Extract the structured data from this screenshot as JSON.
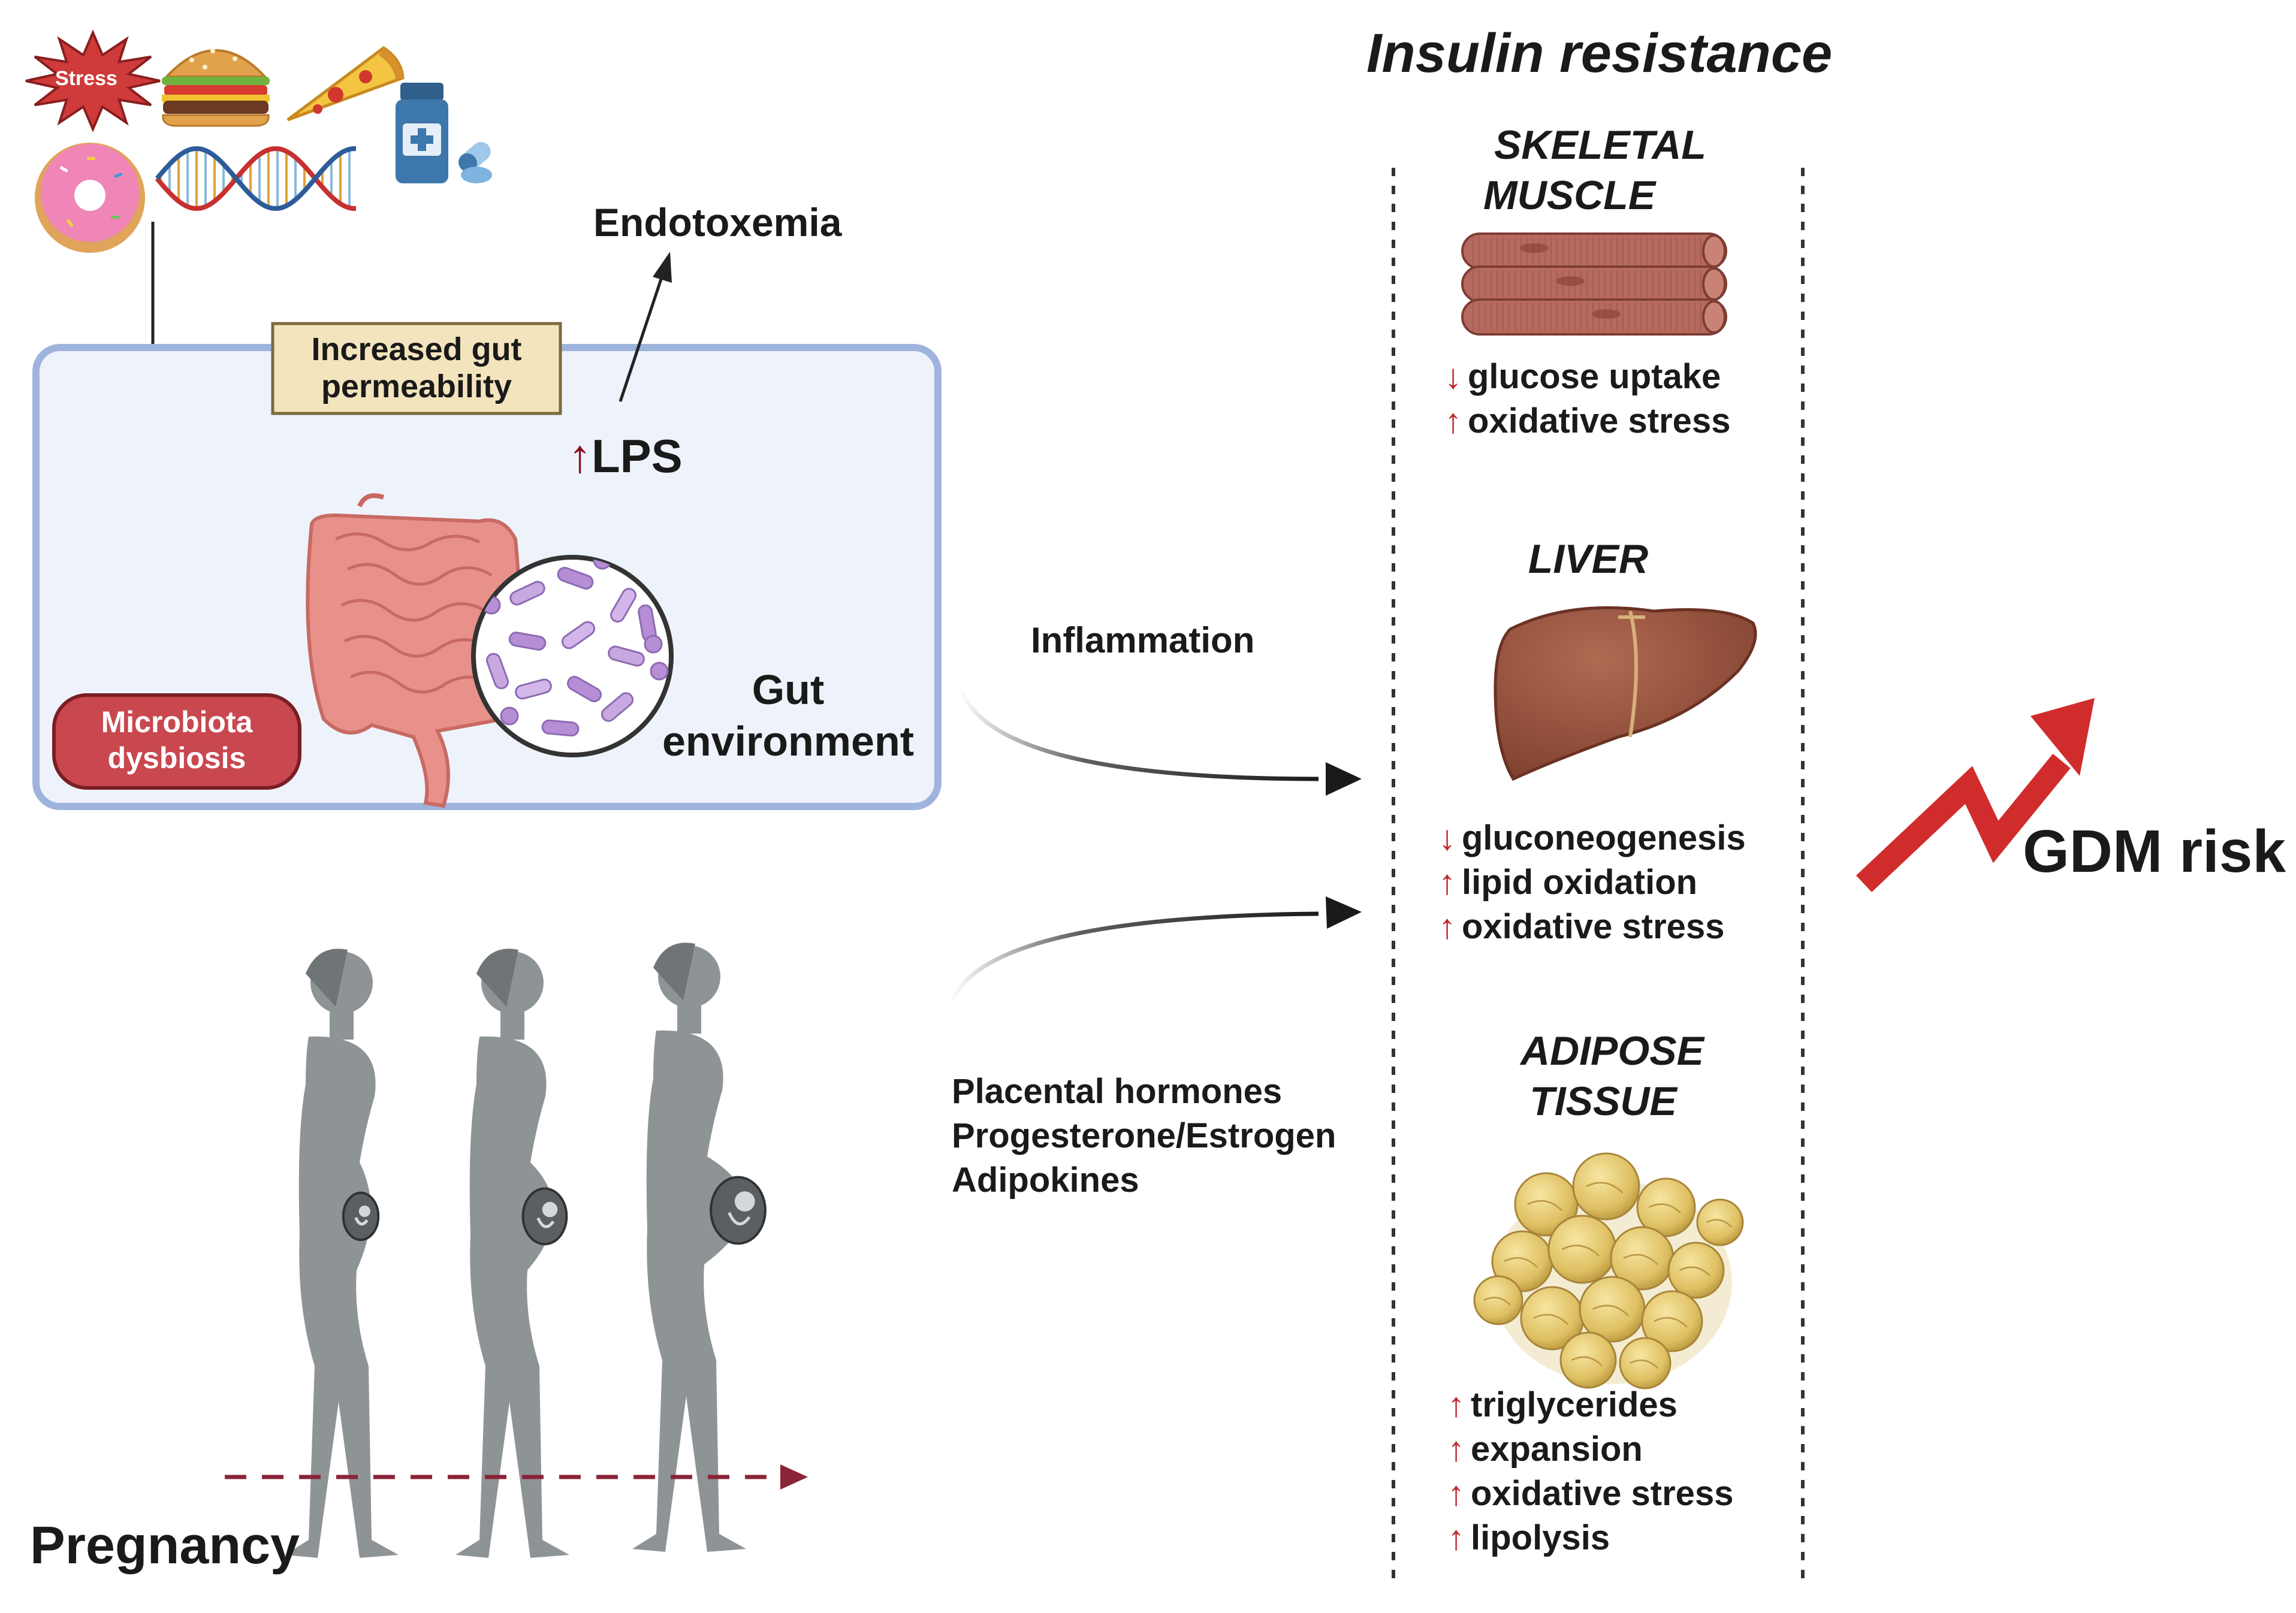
{
  "title": "Insulin resistance",
  "triggers": {
    "stress_label": "Stress"
  },
  "gut": {
    "permeability_label": "Increased gut permeability",
    "permeability_line1": "Increased gut",
    "permeability_line2": "permeability",
    "endotoxemia_label": "Endotoxemia",
    "lps_label": "LPS",
    "lps_arrow": "↑",
    "dysbiosis_line1": "Microbiota",
    "dysbiosis_line2": "dysbiosis",
    "environment_line1": "Gut",
    "environment_line2": "environment"
  },
  "pathways": {
    "inflammation_label": "Inflammation",
    "hormones": [
      "Placental hormones",
      "Progesterone/Estrogen",
      "Adipokines"
    ]
  },
  "pregnancy": {
    "label": "Pregnancy"
  },
  "organs": {
    "skeletal_muscle": {
      "title_line1": "SKELETAL",
      "title_line2": "MUSCLE",
      "effects": [
        {
          "arrow": "↓",
          "text": "glucose uptake"
        },
        {
          "arrow": "↑",
          "text": "oxidative stress"
        }
      ]
    },
    "liver": {
      "title": "LIVER",
      "effects": [
        {
          "arrow": "↓",
          "text": "gluconeogenesis"
        },
        {
          "arrow": "↑",
          "text": "lipid oxidation"
        },
        {
          "arrow": "↑",
          "text": "oxidative stress"
        }
      ]
    },
    "adipose_tissue": {
      "title_line1": "ADIPOSE",
      "title_line2": "TISSUE",
      "effects": [
        {
          "arrow": "↑",
          "text": "triglycerides"
        },
        {
          "arrow": "↑",
          "text": "expansion"
        },
        {
          "arrow": "↑",
          "text": "oxidative stress"
        },
        {
          "arrow": "↑",
          "text": "lipolysis"
        }
      ]
    }
  },
  "outcome": {
    "label": "GDM risk"
  },
  "colors": {
    "gut_box_fill": "#eef3fb",
    "gut_box_stroke": "#9fb4dc",
    "dysbiosis_fill": "#c9474f",
    "permeability_fill": "#f3e4bd",
    "arrow_red": "#c1272d",
    "figure_gray": "#8e9396",
    "muscle": "#b66a5e",
    "liver": "#9b5a45",
    "adipose": "#e3c56c",
    "dashed_arrow": "#8a2438"
  }
}
